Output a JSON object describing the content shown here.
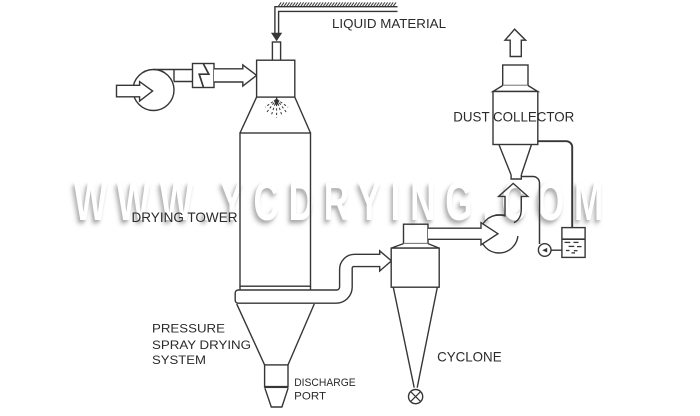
{
  "title": "Pressure Spray Drying System Diagram",
  "colors": {
    "background": "#ffffff",
    "line": "#363636",
    "label": "#2a2a2a",
    "watermark_shadow": "#6e6e6e"
  },
  "labels": {
    "liquid_material": "LIQUID MATERIAL",
    "dust_collector": "DUST COLLECTOR",
    "drying_tower": "DRYING TOWER",
    "system_line1": "PRESSURE",
    "system_line2": "SPRAY DRYING",
    "system_line3": "SYSTEM",
    "discharge_line1": "DISCHARGE",
    "discharge_line2": "PORT",
    "cyclone": "CYCLONE"
  },
  "watermark": {
    "text": "WWW.YCDRYING.COM"
  },
  "components": {
    "supply_fan": "air supply fan",
    "heater": "air heater",
    "spray_nozzle": "pressure spray nozzle",
    "drying_tower": "drying tower",
    "discharge_port": "discharge port",
    "cyclone": "cyclone separator",
    "exhaust_fan": "exhaust fan",
    "dust_collector": "dust collector",
    "feed_pump": "feed pump",
    "liquid_tank": "liquid material tank"
  }
}
